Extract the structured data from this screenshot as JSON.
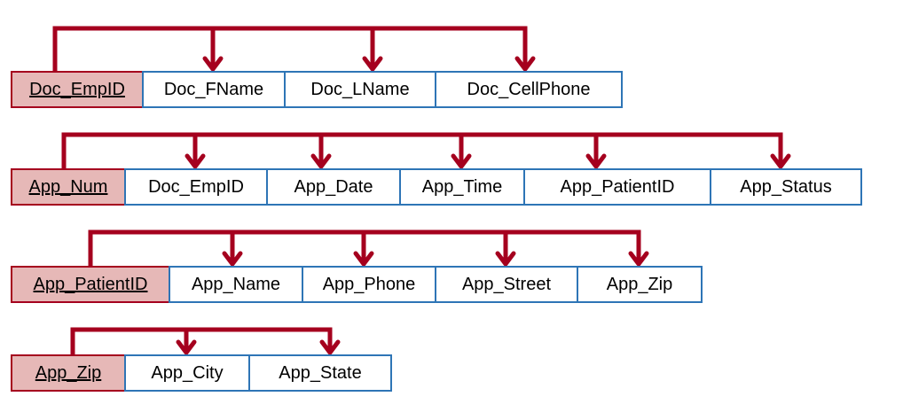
{
  "colors": {
    "arrow": "#a5001e",
    "key_fill": "#e6b8b7",
    "key_border": "#a5001e",
    "attr_border": "#2e75b6"
  },
  "tables": [
    {
      "key": "Doc_EmpID",
      "attributes": [
        "Doc_FName",
        "Doc_LName",
        "Doc_CellPhone"
      ]
    },
    {
      "key": "App_Num",
      "attributes": [
        "Doc_EmpID",
        "App_Date",
        "App_Time",
        "App_PatientID",
        "App_Status"
      ]
    },
    {
      "key": "App_PatientID",
      "attributes": [
        "App_Name",
        "App_Phone",
        "App_Street",
        "App_Zip"
      ]
    },
    {
      "key": "App_Zip",
      "attributes": [
        "App_City",
        "App_State"
      ]
    }
  ]
}
